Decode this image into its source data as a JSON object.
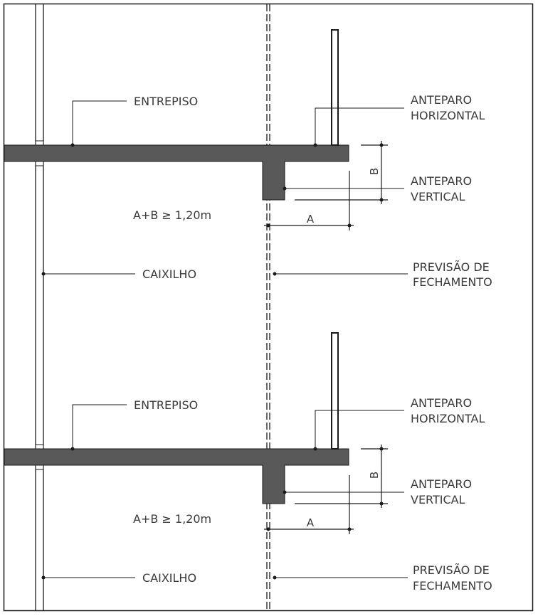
{
  "floors": [
    {
      "entrepiso_label": "ENTREPISO",
      "anteparo_horizontal_line1": "ANTEPARO",
      "anteparo_horizontal_line2": "HORIZONTAL",
      "anteparo_vertical_line1": "ANTEPARO",
      "anteparo_vertical_line2": "VERTICAL",
      "dimension_b": "B",
      "dimension_a": "A",
      "formula": "A+B ≥ 1,20m",
      "caixilho_label": "CAIXILHO",
      "previsao_line1": "PREVISÃO DE",
      "previsao_line2": "FECHAMENTO"
    },
    {
      "entrepiso_label": "ENTREPISO",
      "anteparo_horizontal_line1": "ANTEPARO",
      "anteparo_horizontal_line2": "HORIZONTAL",
      "anteparo_vertical_line1": "ANTEPARO",
      "anteparo_vertical_line2": "VERTICAL",
      "dimension_b": "B",
      "dimension_a": "A",
      "formula": "A+B ≥ 1,20m",
      "caixilho_label": "CAIXILHO",
      "previsao_line1": "PREVISÃO DE",
      "previsao_line2": "FECHAMENTO"
    }
  ]
}
